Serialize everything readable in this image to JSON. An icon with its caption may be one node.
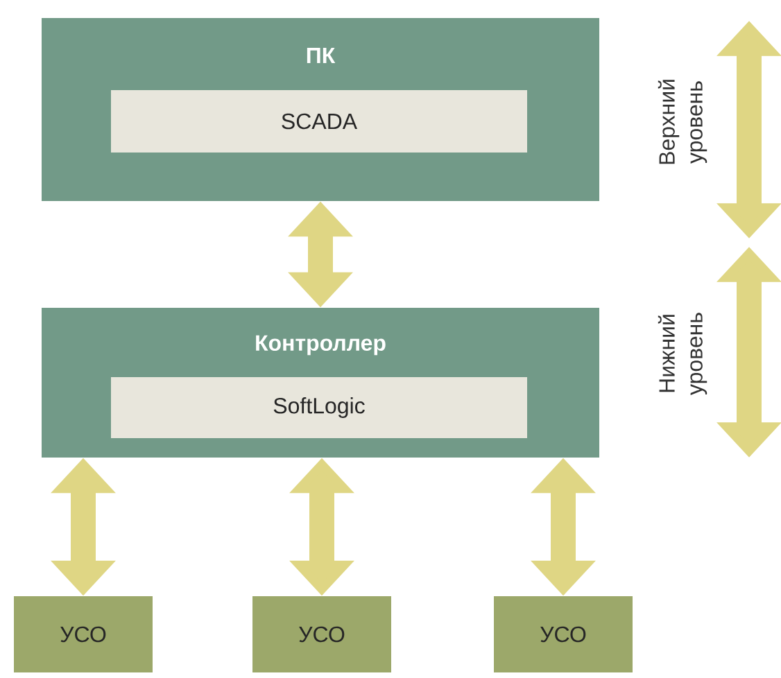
{
  "diagram": {
    "nodes": [
      {
        "text": [
          "ПК"
        ]
      },
      {
        "text": [
          "SCADA"
        ],
        "in": 0
      },
      {
        "text": [
          "Контроллер"
        ]
      },
      {
        "text": [
          "SoftLogic"
        ],
        "in": 2
      },
      {
        "text": [
          "УСО"
        ]
      },
      {
        "text": [
          "УСО"
        ]
      },
      {
        "text": [
          "УСО"
        ]
      }
    ],
    "edges": [
      {
        "from": 0,
        "to": 2,
        "arrow": "both"
      },
      {
        "from": 2,
        "to": 4,
        "arrow": "both"
      },
      {
        "from": 2,
        "to": 5,
        "arrow": "both"
      },
      {
        "from": 2,
        "to": 6,
        "arrow": "both"
      }
    ],
    "labels": [
      "Верхний уровень",
      "Нижний уровень"
    ]
  }
}
